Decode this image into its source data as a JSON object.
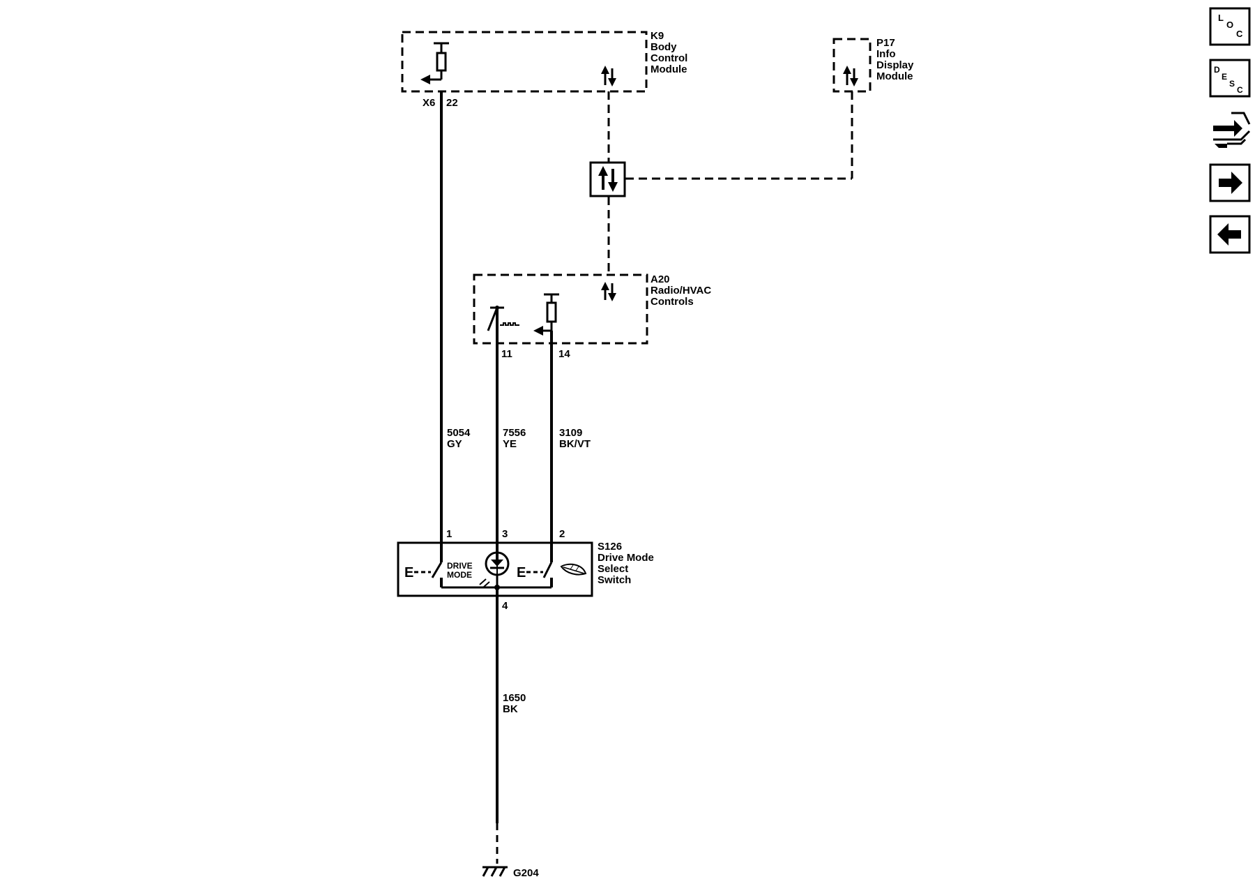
{
  "modules": {
    "k9": {
      "id": "K9",
      "line1": "Body",
      "line2": "Control",
      "line3": "Module",
      "connector": "X6",
      "pin": "22"
    },
    "p17": {
      "id": "P17",
      "line1": "Info",
      "line2": "Display",
      "line3": "Module"
    },
    "a20": {
      "id": "A20",
      "line1": "Radio/HVAC",
      "line2": "Controls",
      "pin_left": "11",
      "pin_right": "14"
    },
    "s126": {
      "id": "S126",
      "line1": "Drive Mode",
      "line2": "Select",
      "line3": "Switch",
      "pin1": "1",
      "pin2": "2",
      "pin3": "3",
      "pin4": "4",
      "label_drive": "DRIVE",
      "label_mode": "MODE"
    }
  },
  "wires": {
    "w5054": {
      "circuit": "5054",
      "color": "GY"
    },
    "w7556": {
      "circuit": "7556",
      "color": "YE"
    },
    "w3109": {
      "circuit": "3109",
      "color": "BK/VT"
    },
    "w1650": {
      "circuit": "1650",
      "color": "BK"
    }
  },
  "ground": {
    "id": "G204"
  },
  "nav": {
    "loc": {
      "l": "L",
      "o": "O",
      "c": "C"
    },
    "desc": {
      "d": "D",
      "e": "E",
      "s": "S",
      "c": "C"
    },
    "icons": [
      "location-icon",
      "description-icon",
      "connector-icon",
      "next-arrow-icon",
      "back-arrow-icon"
    ]
  }
}
